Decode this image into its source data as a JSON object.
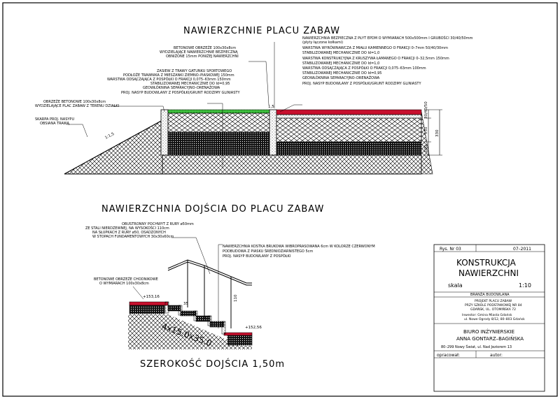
{
  "titles": {
    "main": "NAWIERZCHNIE PLACU ZABAW",
    "path": "NAWIERZCHNIA DOJŚCIA DO PLACU ZABAW",
    "width_note": "SZEROKOŚĆ DOJŚCIA 1,50m",
    "steps_label": "4x15.0x35.0"
  },
  "notes_left": {
    "edge_top": [
      "BETONOWE OBRZEŻE 100x30x8cm",
      "WYDZIELAJĄCE NAWIERZCHNIE BEZPIECZNĄ",
      "OBNIŻONE 15mm PONIŻEJ NAWIERZCHNI"
    ],
    "grass_layers": [
      "ZASIEW Z TRAWY GATUNKU SPORTOWEGO",
      "PODŁOŻE TRAWNIKA Z MIESZANKI ZIEMNO–PIASKOWEJ 150mm",
      "WARSTWA ODSĄCZAJĄCA Z POSPÓŁKI O FRAKCJI 0,075–63mm   150mm",
      "STABILIZOWANEJ MECHANICZNIE DO Id=0,95",
      "GEOWŁÓKNINA SEPARACYJNO–DRENAŻOWA",
      "PROJ. NASYP BUDOWLANY Z POSPÓŁKI/GRUNT RODZIMY GLINIASTY"
    ],
    "edge_outer": [
      "OBRZEŻE BETONOWE 100x30x8cm",
      "WYDZIELAJĄCE PLAC ZABAW Z TERENU DZIAŁKI"
    ],
    "slope": [
      "SKARPA PROJ. NASYPU",
      "OBSIANA TRAWĄ"
    ]
  },
  "notes_right": {
    "layers": [
      "NAWIERZCHNIA BEZPIECZNA Z PŁYT EPDM O WYMIARACH 500x500mm I GRUBOŚCI 30/40/50mm",
      "(płyty łączone kołkami)",
      "WARSTWA WYRÓWNAWCZA Z MIAŁU KAMIENNEGO O FRAKCJI 0–7mm      50/40/30mm",
      "STABILIZOWANEJ MECHANICZNIE DO Id=1,0",
      "WARSTWA KONSTRUKCYJNA Z KRUSZYWA ŁAMANEGO O FRAKCJI 0–32,5mm   150mm",
      "STABILIZOWANEJ MECHANICZNIE DO Id=1,0",
      "WARSTWA ODSĄCZAJĄCA Z POSPÓŁKI O FRAKCJI 0,075–63mm    100mm",
      "STABILIZOWANEJ MECHANICZNIE DO Id=0,95",
      "GEOWŁÓKNINA SEPARACYJNO–DRENAŻOWA",
      "PROJ. NASYP BUDOWLANY Z POSPÓŁKI/GRUNT RODZIMY GLINIASTY"
    ]
  },
  "notes_path": {
    "railing": [
      "OBUSTRONNY POCHWYT Z RURY ø50mm",
      "ZE STALI NIERDZEWNEJ, NA WYSOKOŚCI 110cm",
      "NA SŁUPKACH Z RURY ø50, OSADZONYCH",
      "W STOPACH FUNDAMENTOWYCH 30x30x60cm"
    ],
    "surface": [
      "NAWIERZCHNIA KOSTKA BRUKOWA WIBROPRASOWANA 6cm W KOLORZE CZERWONYM",
      "PODBUDOWA Z PIASKU ŚREDNIOZIARNISTEGO 5cm",
      "PROJ. NASYP BUDOWLANY Z POSPÓŁKI"
    ],
    "curb": [
      "BETONOWE OBRZEŻE CHODNIKOWE",
      "O WYMIARACH 100x30x8cm"
    ]
  },
  "dimensions": {
    "slope_ratio": "1:1,5",
    "curb_h": "1,5",
    "epdm": "30/40/50",
    "d150": "150",
    "d100": "100",
    "d330": "330",
    "level_top": "+153,16",
    "level_bottom": "+152,56",
    "rail_h": "110",
    "step_w": "35",
    "step_h": "15"
  },
  "title_block": {
    "drawing_no": "Rys. Nr 03",
    "date": "07–2011",
    "title_line1": "KONSTRUKCJA",
    "title_line2": "NAWIERZCHNI",
    "scale_label": "skala",
    "scale_value": "1:10",
    "branch": "BRANŻA BUDOWLANA",
    "project_lines": [
      "PROJEKT PLACU ZABAW",
      "PRZY SZKOLE PODSTAWOWEJ NR 84",
      "GDAŃSK, UL. OTOMIŃSKA 72"
    ],
    "investor_lines": [
      "Inwestor: Gmina Miasta Gdańsk",
      "ul. Nowe Ogrody 8/12, 80–803 Gdańsk"
    ],
    "office_lines": [
      "BIURO INŻYNIERSKIE",
      "ANNA GONTARZ–BAGIŃSKA",
      "80–299 Nowy Świat, ul. Nad Jeziorem 13"
    ],
    "prepared_label": "opracował:",
    "author_label": "autor:"
  }
}
